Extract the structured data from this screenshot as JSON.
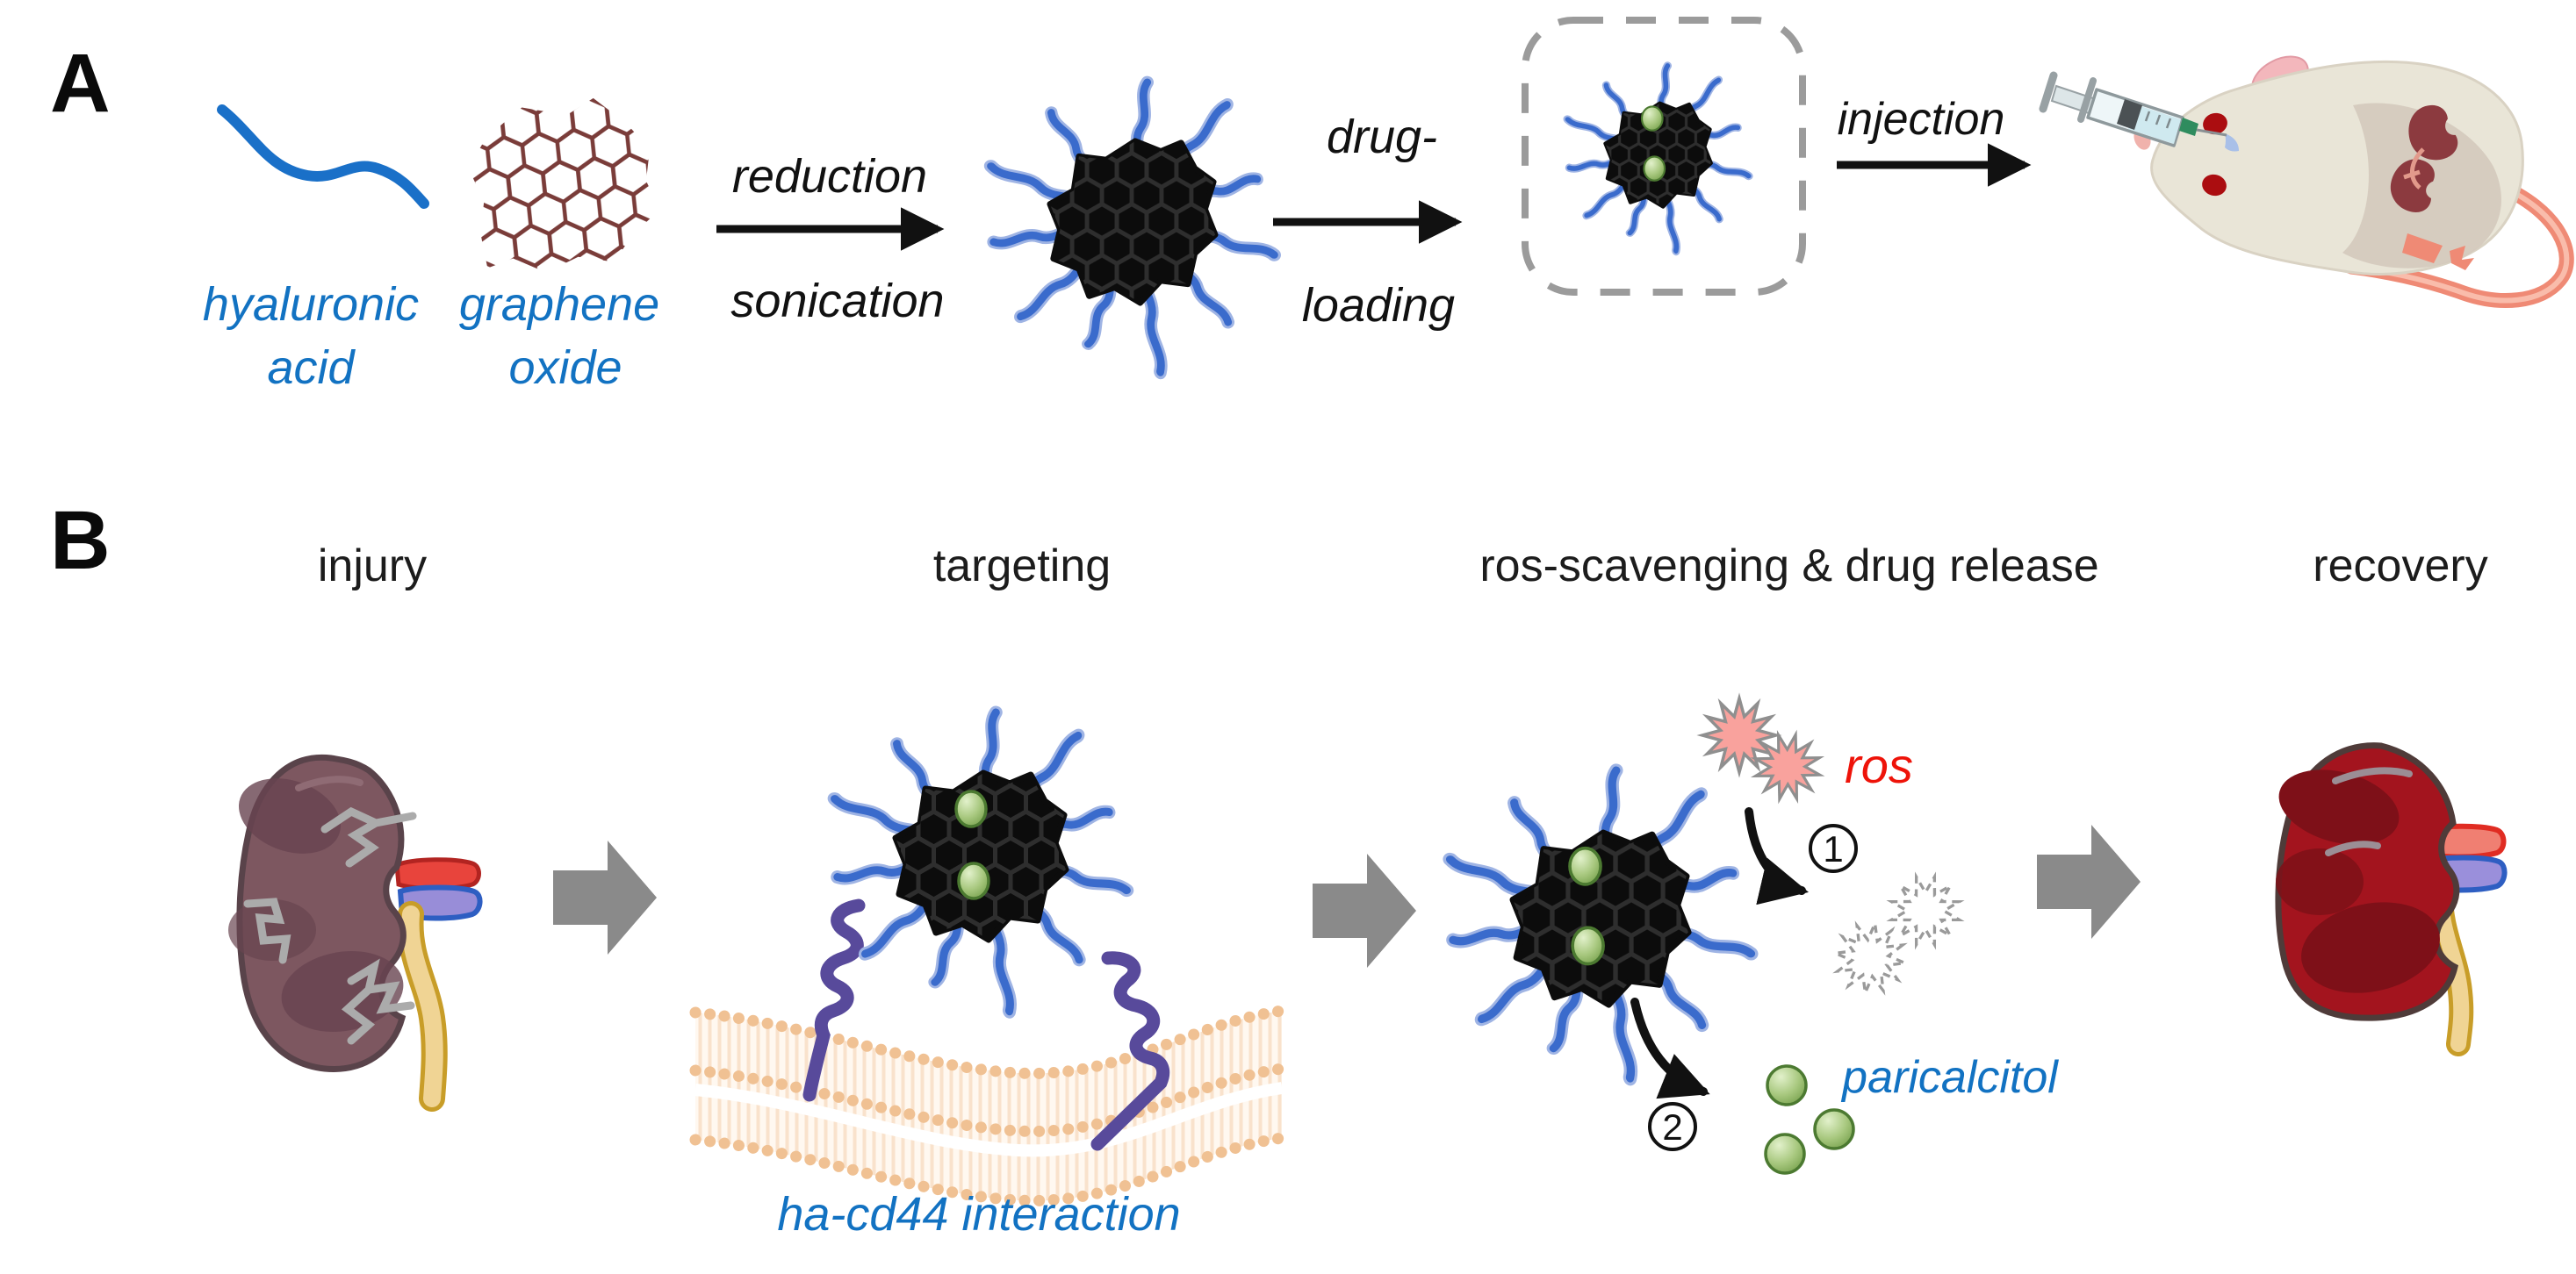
{
  "panel_a": {
    "label": "A",
    "hyaluronic_acid_label": [
      "hyaluronic",
      "acid"
    ],
    "graphene_oxide_label": [
      "graphene",
      "oxide"
    ],
    "step1_arrow": [
      "reduction",
      "sonication"
    ],
    "step2_arrow": [
      "drug-",
      "loading"
    ],
    "step3_arrow": "injection"
  },
  "panel_b": {
    "label": "B",
    "stage_headers": [
      "injury",
      "targeting",
      "ros-scavenging & drug release",
      "recovery"
    ],
    "targeting_caption": "ha-cd44 interaction",
    "ros_label": "ros",
    "released_drug_label": "paricalcitol",
    "step_badges": [
      "1",
      "2"
    ]
  },
  "colors": {
    "label_blue": "#1272c2",
    "ha_chain_blue": "#3a6bcc",
    "go_lattice_maroon": "#7a3c39",
    "ros_red": "#ee1309",
    "drug_green": "#739e49",
    "receptor_purple": "#584a9b",
    "membrane_peach": "#f0c193",
    "block_arrow_gray": "#8a8a8a",
    "injured_kidney": "#7d5760",
    "recovered_kidney": "#a3141e",
    "text_black": "#1c1c1c"
  }
}
